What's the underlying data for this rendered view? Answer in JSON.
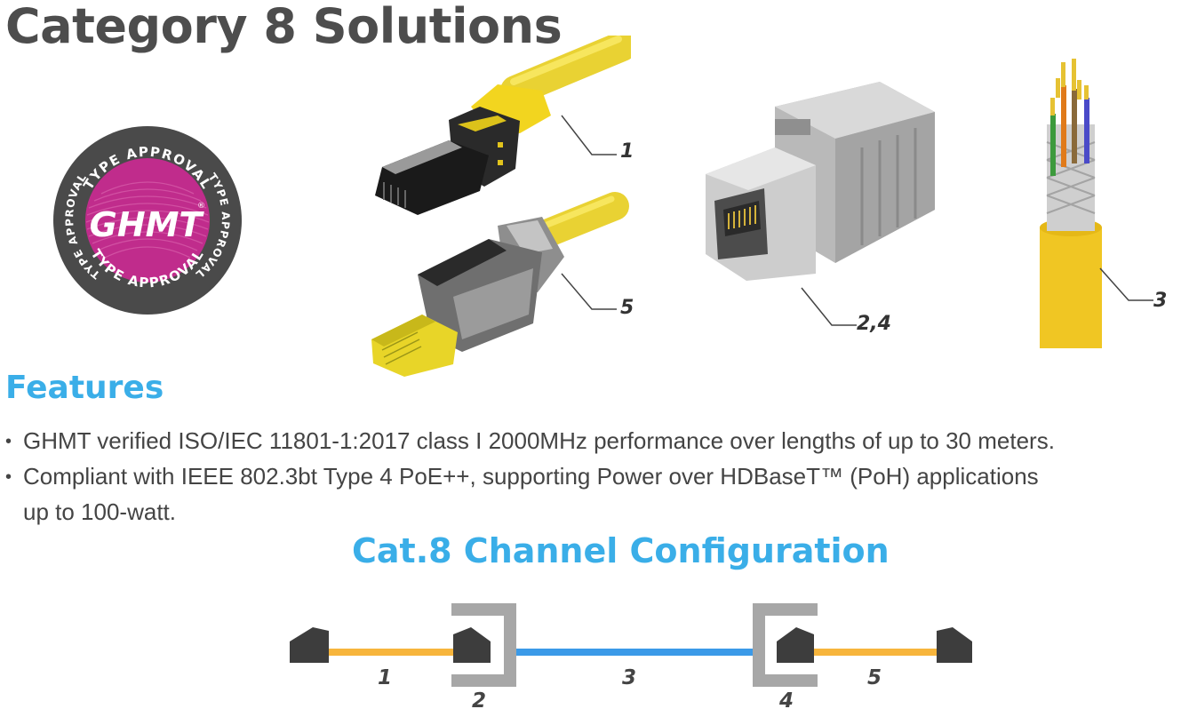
{
  "title": "Category 8 Solutions",
  "badge": {
    "ring_text_top": "TYPE APPROVAL",
    "ring_text_left": "TYPE APPROVAL",
    "ring_text_right": "TYPE APPROVAL",
    "ring_text_bottom": "TYPE APPROVAL",
    "brand": "GHMT",
    "registered": "®",
    "colors": {
      "ring": "#4a4a4a",
      "center": "#c02c8c"
    }
  },
  "product_callouts": {
    "patch_cord": "1",
    "field_plug": "5",
    "keystone": "2,4",
    "cable": "3"
  },
  "features": {
    "heading": "Features",
    "items": [
      "GHMT verified ISO/IEC 11801-1:2017 class I 2000MHz performance over lengths of up to 30 meters.",
      "Compliant with IEEE 802.3bt Type 4 PoE++, supporting Power over HDBaseT™ (PoH) applications"
    ],
    "item2_continuation": "up to 100-watt."
  },
  "channel_config": {
    "heading": "Cat.8 Channel Configuration",
    "labels": {
      "cord_left": "1",
      "jack_left": "2",
      "cable": "3",
      "jack_right": "4",
      "cord_right": "5"
    },
    "colors": {
      "cord": "#f7b53c",
      "cable": "#3b9ae8",
      "connector": "#3d3d3d",
      "housing": "#a7a7a7"
    }
  },
  "colors": {
    "accent": "#3aaee8",
    "title": "#4d4d4d",
    "yellow": "#f5d52a"
  }
}
